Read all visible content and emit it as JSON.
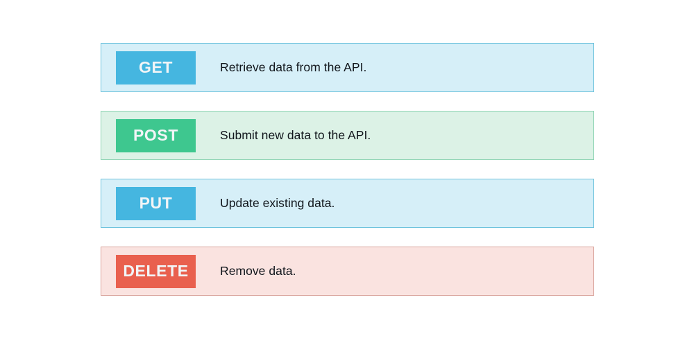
{
  "palette": {
    "blue_badge": "#45b6e0",
    "blue_bg": "#d6eff8",
    "blue_border": "#6ec3dd",
    "green_badge": "#3ec78f",
    "green_bg": "#dcf2e6",
    "green_border": "#8ed4b4",
    "red_badge": "#e9604e",
    "red_bg": "#fae3e0",
    "red_border": "#d9a39c",
    "badge_text": "#f2f5f7",
    "description_text": "#11161c",
    "page_background": "#ffffff"
  },
  "methods": [
    {
      "badge": "GET",
      "description": "Retrieve data from the API.",
      "variant": "blue"
    },
    {
      "badge": "POST",
      "description": "Submit new data to the API.",
      "variant": "green"
    },
    {
      "badge": "PUT",
      "description": "Update existing data.",
      "variant": "blue"
    },
    {
      "badge": "DELETE",
      "description": "Remove data.",
      "variant": "red"
    }
  ]
}
